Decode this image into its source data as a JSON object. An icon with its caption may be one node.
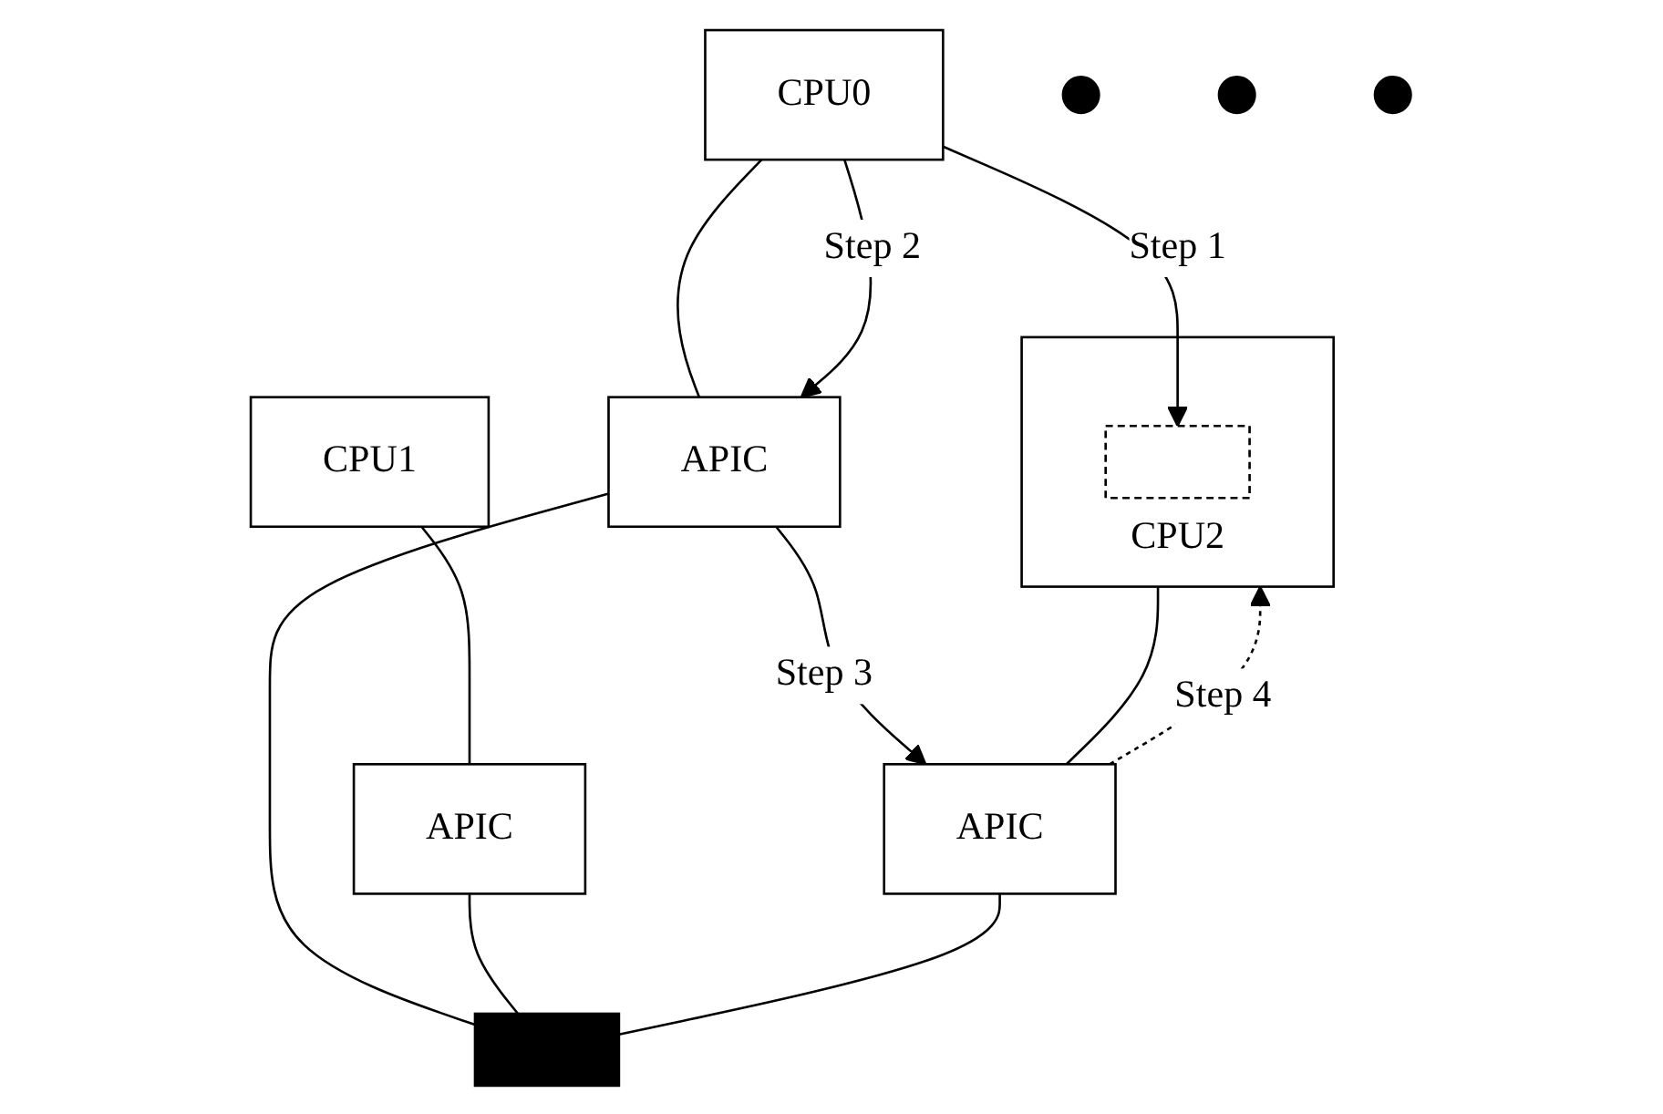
{
  "diagram": {
    "nodes": [
      {
        "text": [
          "CPU0"
        ]
      },
      {
        "text": [
          "CPU1"
        ]
      },
      {
        "text": [
          "CPU2"
        ]
      },
      {
        "text": [
          "APIC"
        ]
      },
      {
        "text": [
          "APIC"
        ]
      },
      {
        "text": [
          "APIC"
        ]
      },
      {
        "text": [],
        "shape": "bar"
      },
      {
        "text": [],
        "shape": "box",
        "in": 2
      },
      {
        "text": [],
        "shape": "circle"
      },
      {
        "text": [],
        "shape": "circle"
      },
      {
        "text": [],
        "shape": "circle"
      }
    ],
    "edges": [
      {
        "from": 0,
        "to": 7,
        "arrow": "to",
        "label": "Step 1"
      },
      {
        "from": 0,
        "to": 3,
        "arrow": "none"
      },
      {
        "from": 1,
        "to": 4,
        "arrow": "none"
      },
      {
        "from": 2,
        "to": 5,
        "arrow": "none"
      },
      {
        "from": 0,
        "to": 3,
        "arrow": "to",
        "label": "Step 2"
      },
      {
        "from": 3,
        "to": 6,
        "arrow": "none"
      },
      {
        "from": 4,
        "to": 6,
        "arrow": "none"
      },
      {
        "from": 5,
        "to": 6,
        "arrow": "none"
      },
      {
        "from": 3,
        "to": 5,
        "arrow": "to",
        "label": "Step 3"
      },
      {
        "from": 5,
        "to": 2,
        "arrow": "to",
        "label": "Step 4",
        "style": "dashed"
      }
    ]
  }
}
